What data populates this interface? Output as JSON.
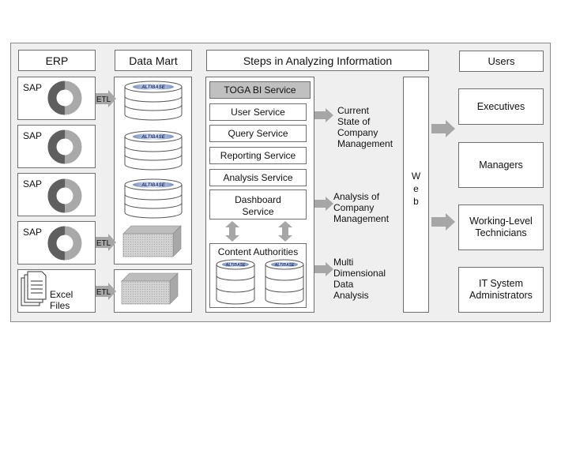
{
  "erp": {
    "header": "ERP",
    "sap_labels": [
      "SAP",
      "SAP",
      "SAP",
      "SAP"
    ],
    "etl_labels": [
      "ETL",
      "ETL",
      "ETL"
    ],
    "excel_label": "Excel Files"
  },
  "data_mart": {
    "header": "Data Mart",
    "db_brand": "ALTIBASE"
  },
  "analysis": {
    "header": "Steps in Analyzing Information",
    "toga_title": "TOGA BI Service",
    "services": [
      "User Service",
      "Query Service",
      "Reporting Service",
      "Analysis Service"
    ],
    "dashboard_line1": "Dashboard",
    "dashboard_line2": "Service",
    "content_title": "Content Authorities",
    "outputs": {
      "current": [
        "Current",
        "State of",
        "Company",
        "Management"
      ],
      "company": [
        "Analysis of",
        "Company",
        "Management"
      ],
      "multi": [
        "Multi",
        "Dimensional",
        "Data",
        "Analysis"
      ]
    }
  },
  "web": {
    "letters": [
      "W",
      "e",
      "b"
    ]
  },
  "users": {
    "header": "Users",
    "groups": [
      [
        "Executives"
      ],
      [
        "Managers"
      ],
      [
        "Working-Level",
        "Technicians"
      ],
      [
        "IT System",
        "Administrators"
      ]
    ]
  },
  "colors": {
    "frame": "#efefef",
    "arrow": "#a6a6a6",
    "header_fill": "#c0c0c0",
    "donut_dark": "#5f5f5f",
    "donut_light": "#a9a9a9"
  }
}
